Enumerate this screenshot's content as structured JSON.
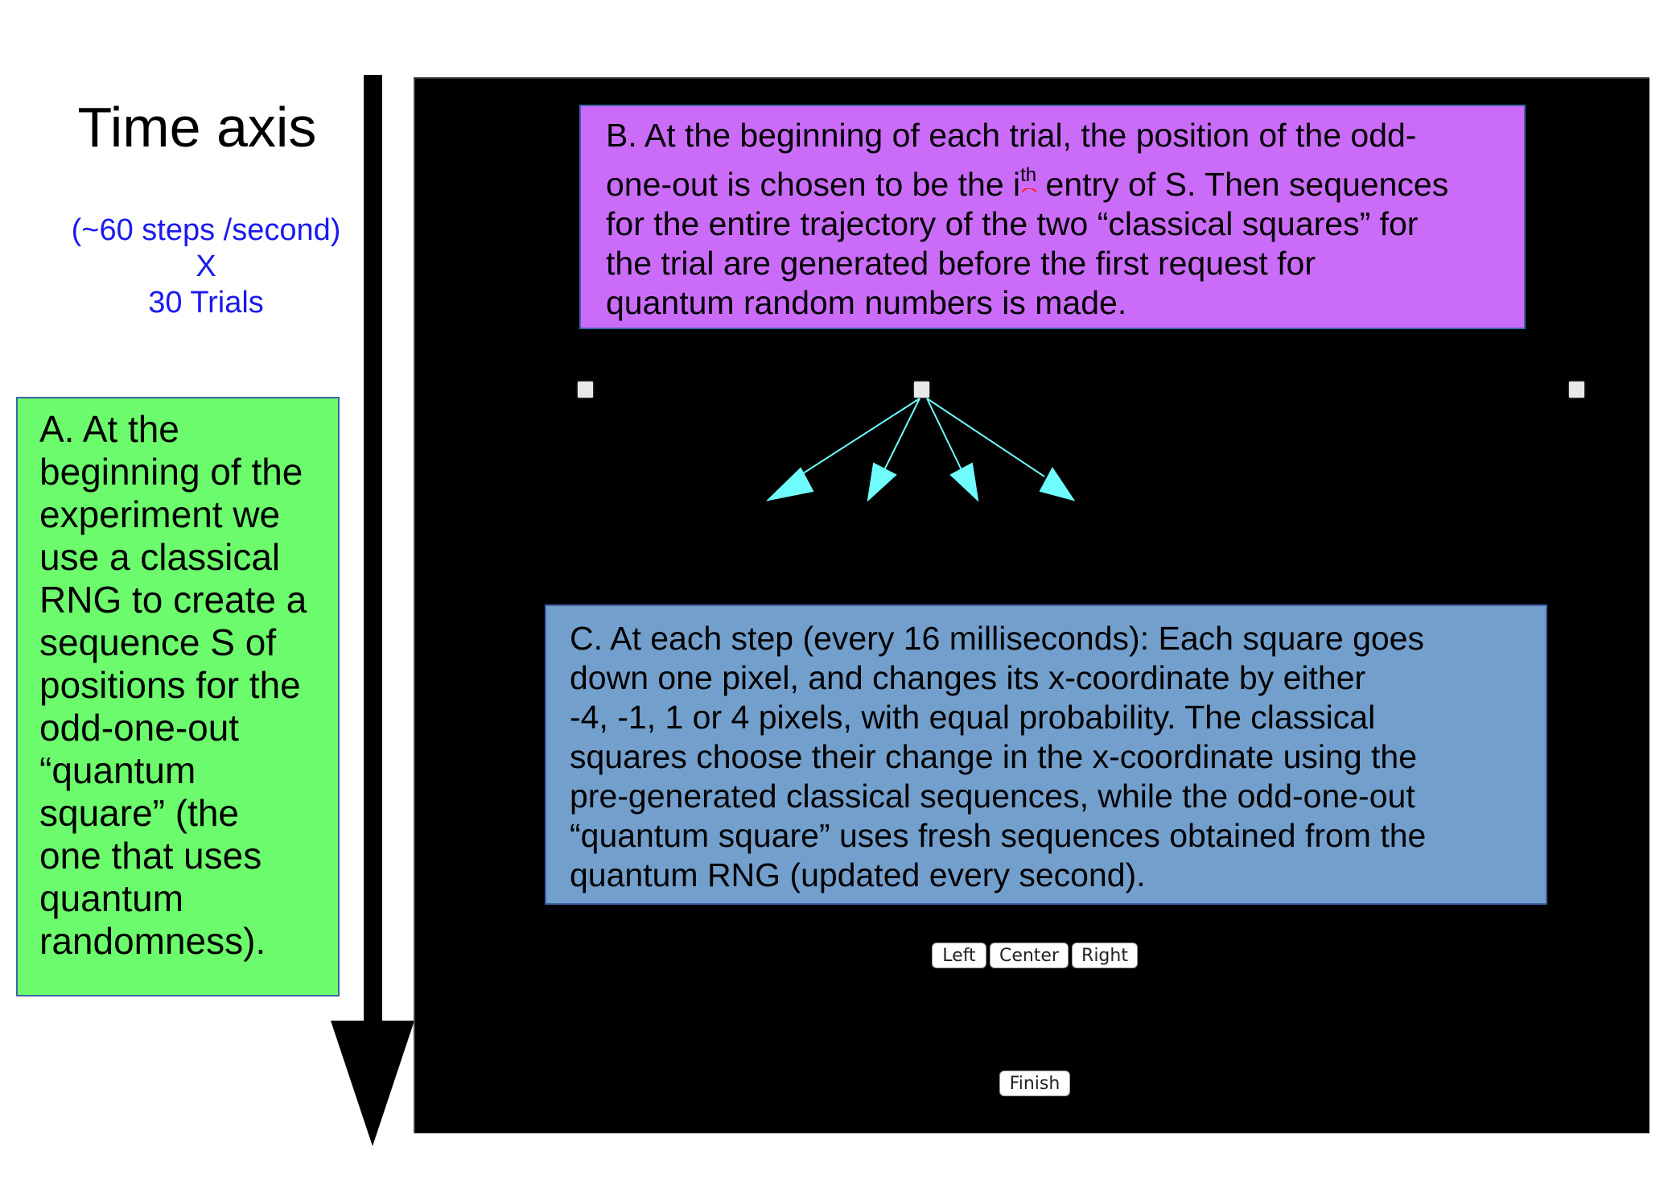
{
  "time_axis": {
    "title": "Time axis",
    "subtitle_lines": [
      "(~60 steps /second)",
      "X",
      "30 Trials"
    ],
    "subtitle_color": "#1a1aee"
  },
  "box_a": {
    "color": "#6cfb6c",
    "lines": [
      "A. At the",
      "beginning of the",
      "experiment we",
      "use a classical",
      "RNG to create a",
      "sequence S of",
      "positions for the",
      "odd-one-out",
      "“quantum",
      "square” (the",
      "one that uses",
      "quantum",
      "randomness)."
    ]
  },
  "box_b": {
    "color": "#cb6cf9",
    "line1": "B. At the beginning of each trial, the position of the odd-",
    "line2_pre": "one-out is chosen to be the i",
    "line2_sup": "th",
    "line2_post": " entry of S. Then sequences",
    "line3": "for the entire trajectory of the two “classical squares” for",
    "line4": "the trial are generated before the first request for",
    "line5": "quantum random numbers is made."
  },
  "box_c": {
    "color": "#739fcc",
    "lines": [
      "C. At each step (every 16 milliseconds): Each square goes",
      "down one pixel, and changes its x-coordinate by either",
      "-4, -1, 1 or 4 pixels, with equal probability. The classical",
      "squares choose their change in the x-coordinate using the",
      "pre-generated classical sequences, while the odd-one-out",
      "“quantum square” uses fresh sequences obtained from the",
      "quantum RNG (updated every second)."
    ]
  },
  "squares": [
    "left-square",
    "center-square",
    "right-square"
  ],
  "arrow_color": "#6ffcfc",
  "move_options": [
    "-4",
    "-1",
    "1",
    "4"
  ],
  "buttons": {
    "left": "Left",
    "center": "Center",
    "right": "Right",
    "finish": "Finish"
  }
}
